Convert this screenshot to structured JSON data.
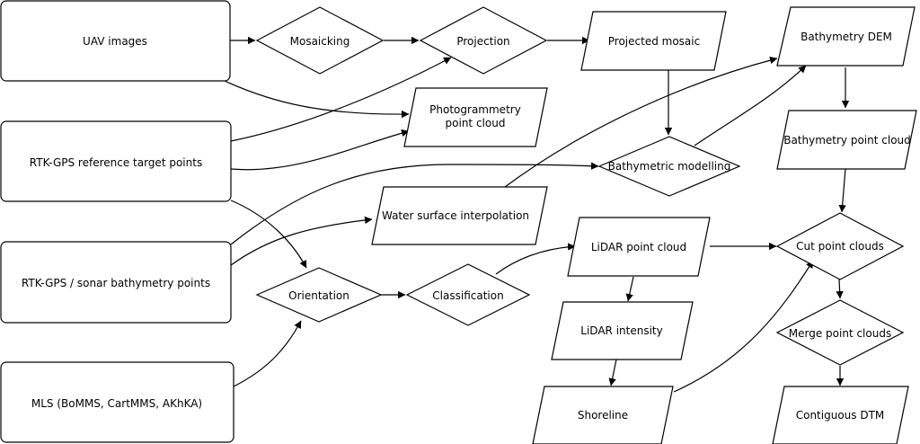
{
  "nodes": {
    "uav_images": "UAV images",
    "rtk_reference": "RTK-GPS reference target points",
    "rtk_sonar": "RTK-GPS / sonar bathymetry points",
    "mls": "MLS (BoMMS, CartMMS, AKhKA)",
    "mosaicking": "Mosaicking",
    "projection": "Projection",
    "projected_mosaic": "Projected mosaic",
    "bathymetry_dem": "Bathymetry DEM",
    "photogrammetry_line1": "Photogrammetry",
    "photogrammetry_line2": "point cloud",
    "bathymetric_modelling": "Bathymetric modelling",
    "bathymetry_point_cloud": "Bathymetry point cloud",
    "water_surface": "Water surface interpolation",
    "lidar_point_cloud": "LiDAR point cloud",
    "cut_point_clouds": "Cut point clouds",
    "orientation": "Orientation",
    "classification": "Classification",
    "lidar_intensity": "LiDAR intensity",
    "merge_point_clouds": "Merge point clouds",
    "shoreline": "Shoreline",
    "contiguous_dtm": "Contiguous DTM"
  }
}
